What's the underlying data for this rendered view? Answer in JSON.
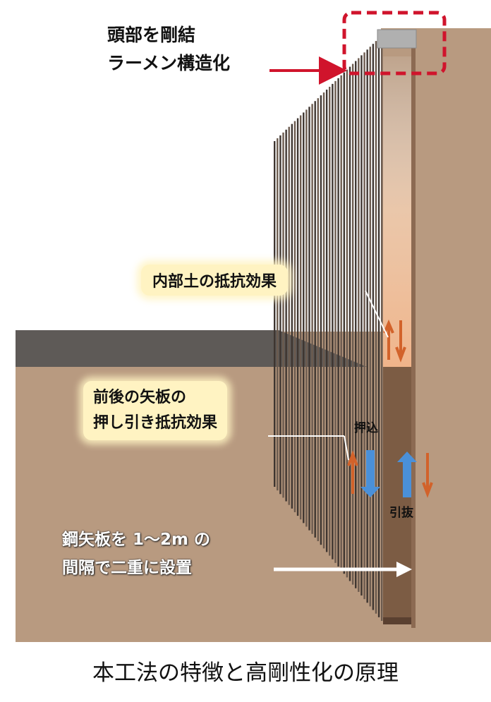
{
  "labels": {
    "head_line1": "頭部を剛結",
    "head_line2": "ラーメン構造化",
    "inner_soil": "内部土の抵抗効果",
    "pushpull_line1": "前後の矢板の",
    "pushpull_line2": "押し引き抵抗効果",
    "push": "押込",
    "pull": "引抜",
    "spacing_line1": "鋼矢板を 1～2m の",
    "spacing_line2": "間隔で二重に設置"
  },
  "caption": "本工法の特徴と高剛性化の原理",
  "colors": {
    "ground": "#b89a80",
    "excavation_floor": "#5e5a57",
    "inner_soil_glow": "#f4c4a0",
    "callout_bg": "#fff3c2",
    "dashed_frame": "#d0142c",
    "push_arrow": "#4a90d9",
    "resistance_arrow": "#d2622a"
  }
}
